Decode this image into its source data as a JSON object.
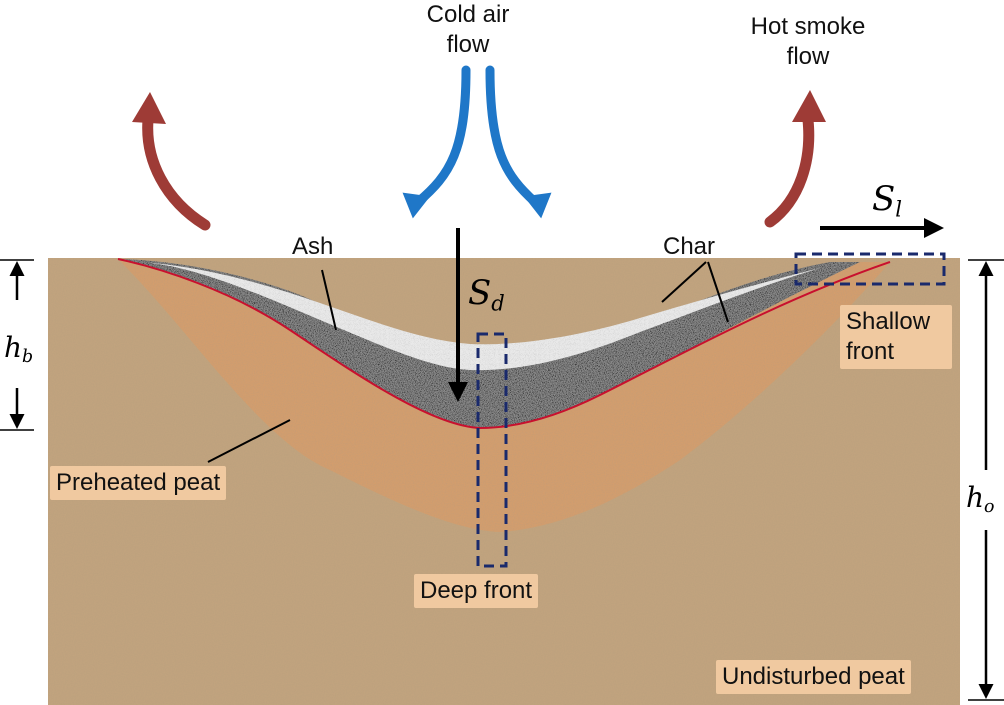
{
  "labels": {
    "cold_air_flow": "Cold air\nflow",
    "hot_smoke_flow": "Hot smoke\nflow",
    "ash": "Ash",
    "char": "Char",
    "shallow_front": "Shallow\nfront",
    "preheated_peat": "Preheated peat",
    "deep_front": "Deep front",
    "undisturbed_peat": "Undisturbed peat"
  },
  "symbols": {
    "s_d": {
      "base": "S",
      "sub": "d"
    },
    "s_l": {
      "base": "S",
      "sub": "l"
    },
    "h_b": {
      "base": "h",
      "sub": "b"
    },
    "h_o": {
      "base": "h",
      "sub": "o"
    }
  },
  "colors": {
    "background": "#ffffff",
    "soil": "#c4a57f",
    "preheated_peat": "#d99e6a",
    "char": "#8f8f8f",
    "ash": "#e9e9e9",
    "combustion_front_line": "#c8102e",
    "cold_air_arrow": "#1f77c8",
    "hot_smoke_arrow": "#9e3b36",
    "dashed_box": "#1a2a6c",
    "label_box": "#f0c9a0"
  }
}
